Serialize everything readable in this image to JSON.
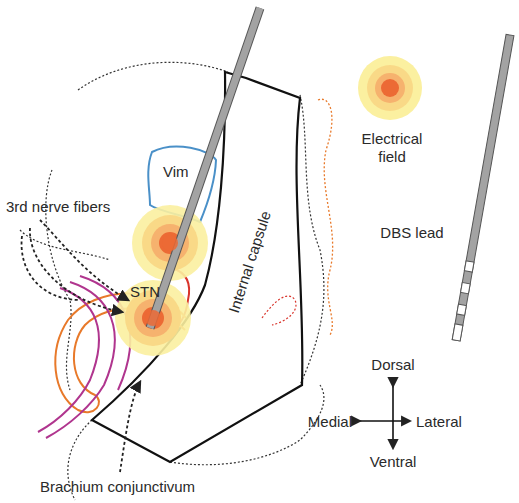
{
  "diagram": {
    "labels": [
      "Vim",
      "STN",
      "Internal capsule",
      "3rd nerve fibers",
      "Brachium conjunctivum",
      "Dorsal",
      "Medial",
      "Lateral",
      "Ventral"
    ],
    "legend": [
      {
        "text": "Electrical field"
      },
      {
        "text": "DBS lead"
      }
    ]
  }
}
